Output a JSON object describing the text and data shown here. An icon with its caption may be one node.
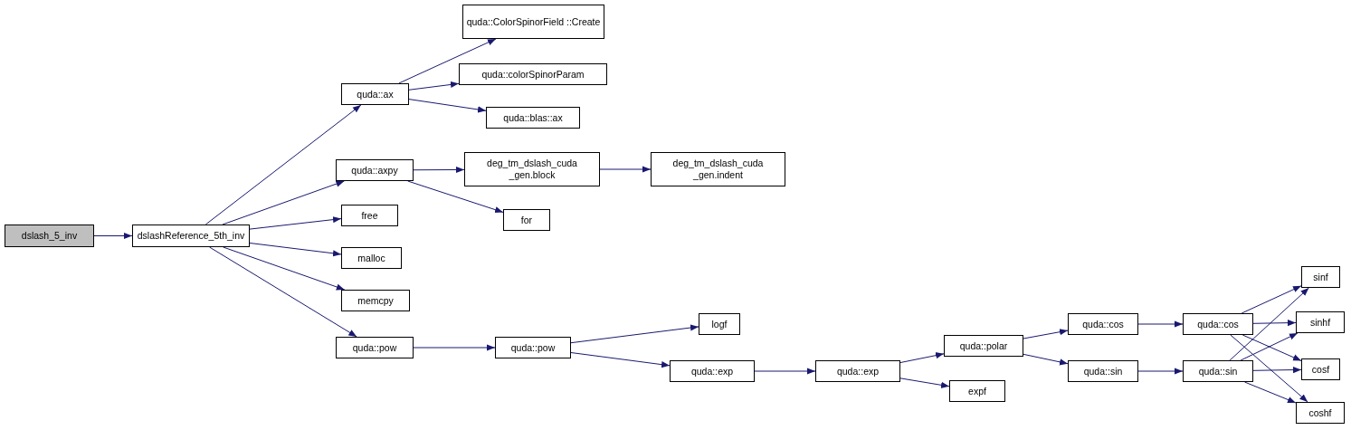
{
  "diagram": {
    "nodes": [
      {
        "text": [
          "dslash_5_inv"
        ]
      },
      {
        "text": [
          "dslashReference_5th_inv"
        ]
      },
      {
        "text": [
          "quda::ax"
        ]
      },
      {
        "text": [
          "quda::axpy"
        ]
      },
      {
        "text": [
          "free"
        ]
      },
      {
        "text": [
          "malloc"
        ]
      },
      {
        "text": [
          "memcpy"
        ]
      },
      {
        "text": [
          "quda::pow"
        ]
      },
      {
        "text": [
          "quda::ColorSpinorField ::Create"
        ]
      },
      {
        "text": [
          "quda::colorSpinorParam"
        ]
      },
      {
        "text": [
          "quda::blas::ax"
        ]
      },
      {
        "text": [
          "deg_tm_dslash_cuda _gen.block"
        ]
      },
      {
        "text": [
          "for"
        ]
      },
      {
        "text": [
          "quda::pow"
        ]
      },
      {
        "text": [
          "deg_tm_dslash_cuda _gen.indent"
        ]
      },
      {
        "text": [
          "logf"
        ]
      },
      {
        "text": [
          "quda::exp"
        ]
      },
      {
        "text": [
          "quda::exp"
        ]
      },
      {
        "text": [
          "quda::polar"
        ]
      },
      {
        "text": [
          "expf"
        ]
      },
      {
        "text": [
          "quda::cos"
        ]
      },
      {
        "text": [
          "quda::sin"
        ]
      },
      {
        "text": [
          "quda::cos"
        ]
      },
      {
        "text": [
          "quda::sin"
        ]
      },
      {
        "text": [
          "sinf"
        ]
      },
      {
        "text": [
          "sinhf"
        ]
      },
      {
        "text": [
          "cosf"
        ]
      },
      {
        "text": [
          "coshf"
        ]
      }
    ],
    "edges": [
      {
        "from": 0,
        "to": 1,
        "arrow": "to"
      },
      {
        "from": 1,
        "to": 2,
        "arrow": "to"
      },
      {
        "from": 1,
        "to": 3,
        "arrow": "to"
      },
      {
        "from": 1,
        "to": 4,
        "arrow": "to"
      },
      {
        "from": 1,
        "to": 5,
        "arrow": "to"
      },
      {
        "from": 1,
        "to": 6,
        "arrow": "to"
      },
      {
        "from": 1,
        "to": 7,
        "arrow": "to"
      },
      {
        "from": 2,
        "to": 8,
        "arrow": "to"
      },
      {
        "from": 2,
        "to": 9,
        "arrow": "to"
      },
      {
        "from": 2,
        "to": 10,
        "arrow": "to"
      },
      {
        "from": 3,
        "to": 11,
        "arrow": "to"
      },
      {
        "from": 3,
        "to": 12,
        "arrow": "to"
      },
      {
        "from": 11,
        "to": 14,
        "arrow": "to"
      },
      {
        "from": 7,
        "to": 13,
        "arrow": "to"
      },
      {
        "from": 13,
        "to": 15,
        "arrow": "to"
      },
      {
        "from": 13,
        "to": 16,
        "arrow": "to"
      },
      {
        "from": 16,
        "to": 17,
        "arrow": "to"
      },
      {
        "from": 17,
        "to": 18,
        "arrow": "to"
      },
      {
        "from": 17,
        "to": 19,
        "arrow": "to"
      },
      {
        "from": 18,
        "to": 20,
        "arrow": "to"
      },
      {
        "from": 18,
        "to": 21,
        "arrow": "to"
      },
      {
        "from": 20,
        "to": 22,
        "arrow": "to"
      },
      {
        "from": 21,
        "to": 23,
        "arrow": "to"
      },
      {
        "from": 22,
        "to": 24,
        "arrow": "to"
      },
      {
        "from": 22,
        "to": 25,
        "arrow": "to"
      },
      {
        "from": 22,
        "to": 26,
        "arrow": "to"
      },
      {
        "from": 22,
        "to": 27,
        "arrow": "to"
      },
      {
        "from": 23,
        "to": 24,
        "arrow": "to"
      },
      {
        "from": 23,
        "to": 25,
        "arrow": "to"
      },
      {
        "from": 23,
        "to": 26,
        "arrow": "to"
      },
      {
        "from": 23,
        "to": 27,
        "arrow": "to"
      }
    ]
  }
}
